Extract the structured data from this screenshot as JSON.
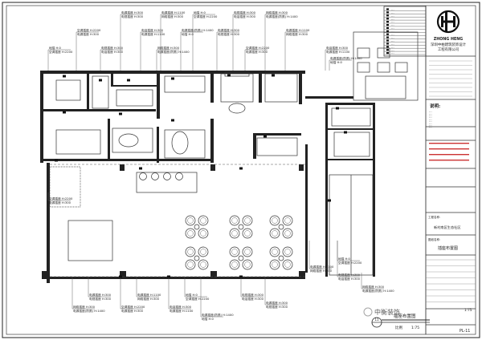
{
  "drawing": {
    "company_cn": "深圳中柏建筑装饰设计",
    "company_cn2": "工程有限公司",
    "company_en": "ZHONG HENG",
    "remark_label": "说明:",
    "project_label": "工程名称:",
    "project_name": "新村南区生态社区",
    "drawing_name_label": "图纸名称:",
    "drawing_name": "插座布置图",
    "drawing_title": "插座布置图",
    "scale_label": "比例",
    "scale": "1:75",
    "sheet_no": "PL-11",
    "watermark": "中衡装饰",
    "callout_no": "11"
  },
  "labels": [
    "电源插座 H:300",
    "电源插座 H:1100",
    "地插 H:0",
    "电视插座 H:300",
    "网络插座 H:300",
    "空调插座 H:2200",
    "电话插座 H:300",
    "电源插座(防溅) H:1400"
  ],
  "legend": {
    "rows": [
      "…",
      "…",
      "…",
      "…",
      "…",
      "…",
      "…",
      "…",
      "…",
      "…",
      "…",
      "…",
      "…",
      "…",
      "…"
    ]
  },
  "notes": [
    "…",
    "…",
    "…",
    "…",
    "…",
    "…",
    "…",
    "…",
    "…"
  ]
}
